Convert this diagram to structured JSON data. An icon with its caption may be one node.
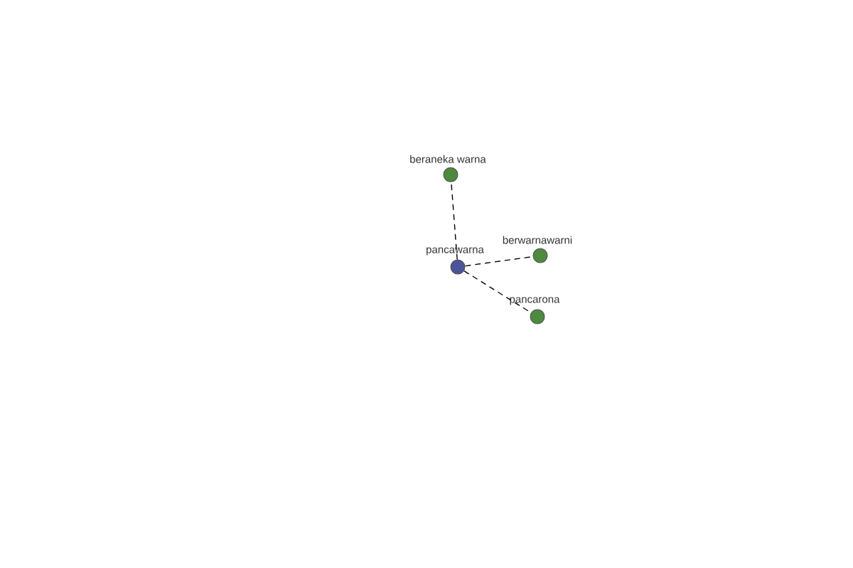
{
  "diagram": {
    "nodes": [
      {
        "text": [
          "pancawarna"
        ]
      },
      {
        "text": [
          "beraneka warna"
        ]
      },
      {
        "text": [
          "berwarnawarni"
        ]
      },
      {
        "text": [
          "pancarona"
        ]
      }
    ],
    "edges": [
      {
        "from": 0,
        "to": 1,
        "arrow": "none",
        "style": "dashed"
      },
      {
        "from": 0,
        "to": 2,
        "arrow": "none",
        "style": "dashed"
      },
      {
        "from": 0,
        "to": 3,
        "arrow": "none",
        "style": "dashed"
      }
    ]
  }
}
